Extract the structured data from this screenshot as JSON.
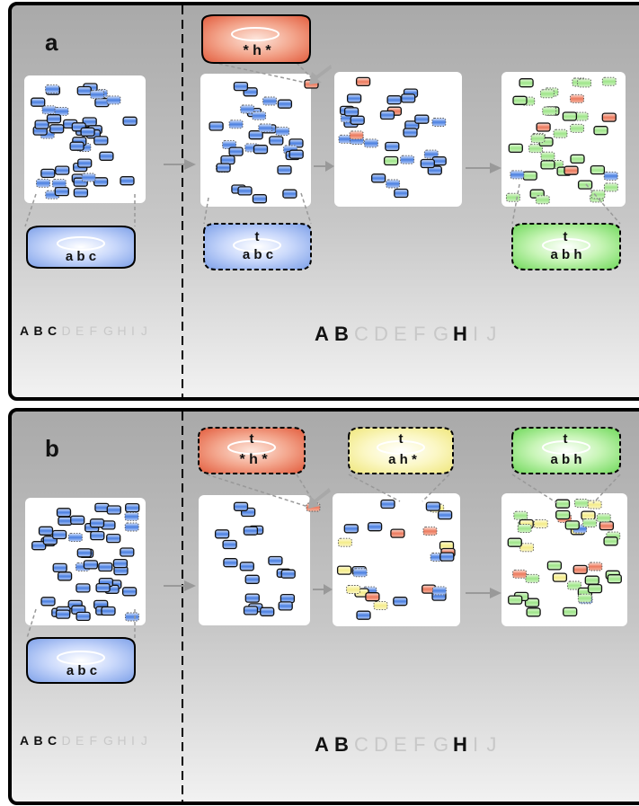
{
  "panels": [
    {
      "label": "a",
      "pool_left": {
        "top": "",
        "bottom": "a b c",
        "top_style": "solid"
      },
      "pool_red": {
        "top": "",
        "bottom": "* h *"
      },
      "pool_blue": {
        "top": "t",
        "bottom": "a b c"
      },
      "pool_yellow": {
        "top": "",
        "bottom": ""
      },
      "pool_green": {
        "top": "t",
        "bottom": "a b h"
      },
      "letters_left": [
        "A",
        "B",
        "C",
        "D",
        "E",
        "F",
        "G",
        "H",
        "I",
        "J"
      ],
      "active_left": [
        true,
        true,
        true,
        false,
        false,
        false,
        false,
        false,
        false,
        false
      ],
      "letters_right": [
        "A",
        "B",
        "C",
        "D",
        "E",
        "F",
        "G",
        "H",
        "I",
        "J"
      ],
      "active_right": [
        true,
        true,
        false,
        false,
        false,
        false,
        false,
        true,
        false,
        false
      ]
    },
    {
      "label": "b",
      "pool_left": {
        "top": "",
        "bottom": "a b c"
      },
      "pool_red": {
        "top": "t",
        "bottom": "* h *"
      },
      "pool_yellow": {
        "top": "t",
        "bottom": "a h *"
      },
      "pool_green": {
        "top": "t",
        "bottom": "a b h"
      },
      "letters_left": [
        "A",
        "B",
        "C",
        "D",
        "E",
        "F",
        "G",
        "H",
        "I",
        "J"
      ],
      "active_left": [
        true,
        true,
        true,
        false,
        false,
        false,
        false,
        false,
        false,
        false
      ],
      "letters_right": [
        "A",
        "B",
        "C",
        "D",
        "E",
        "F",
        "G",
        "H",
        "I",
        "J"
      ],
      "active_right": [
        true,
        true,
        false,
        false,
        false,
        false,
        false,
        true,
        false,
        false
      ]
    }
  ],
  "colors": {
    "blue": "#4a7fe0",
    "red": "#e8705a",
    "green": "#8fe07a",
    "yellow": "#f4ef8e",
    "active_letter": "#111111",
    "inactive_letter": "#c8c8c8"
  }
}
